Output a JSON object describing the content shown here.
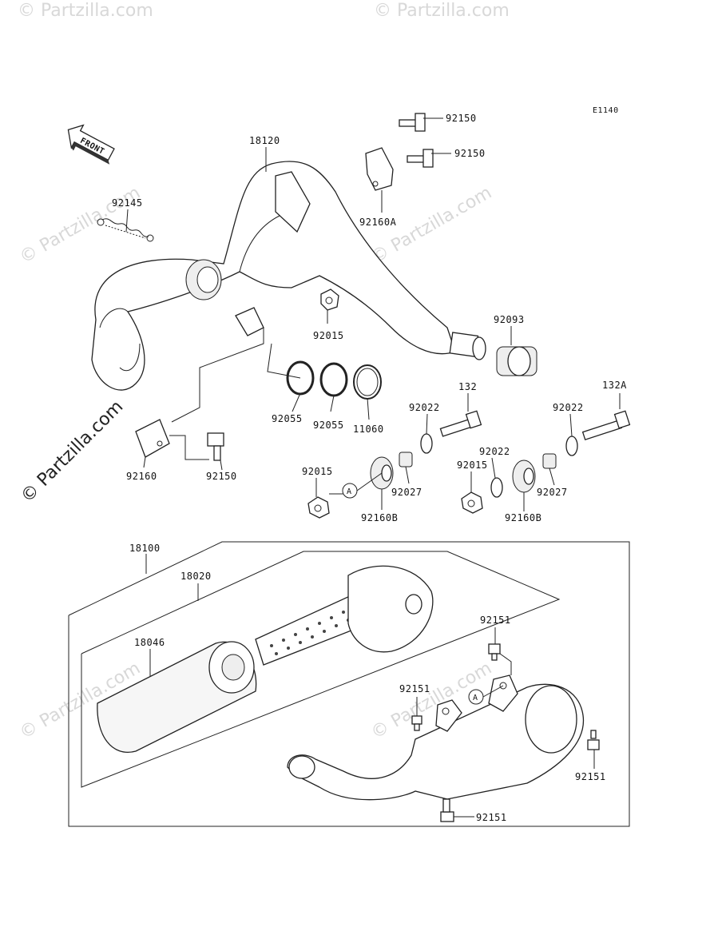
{
  "diagram_code": "E1140",
  "front_label": "FRONT",
  "watermark": "© Partzilla.com",
  "callout_letter": "A",
  "labels": {
    "p18120": "18120",
    "p92150_a": "92150",
    "p92150_b": "92150",
    "p92160A": "92160A",
    "p92145": "92145",
    "p92015_a": "92015",
    "p92093": "92093",
    "p92055_a": "92055",
    "p92055_b": "92055",
    "p11060": "11060",
    "p92160": "92160",
    "p92150_c": "92150",
    "p92022_a": "92022",
    "p132": "132",
    "p92022_b": "92022",
    "p132A": "132A",
    "p92015_b": "92015",
    "p92027_a": "92027",
    "p92160B_a": "92160B",
    "p92022_c": "92022",
    "p92015_c": "92015",
    "p92027_b": "92027",
    "p92160B_b": "92160B",
    "p18100": "18100",
    "p18020": "18020",
    "p18046": "18046",
    "p92151_a": "92151",
    "p92151_b": "92151",
    "p92151_c": "92151",
    "p92151_d": "92151"
  }
}
